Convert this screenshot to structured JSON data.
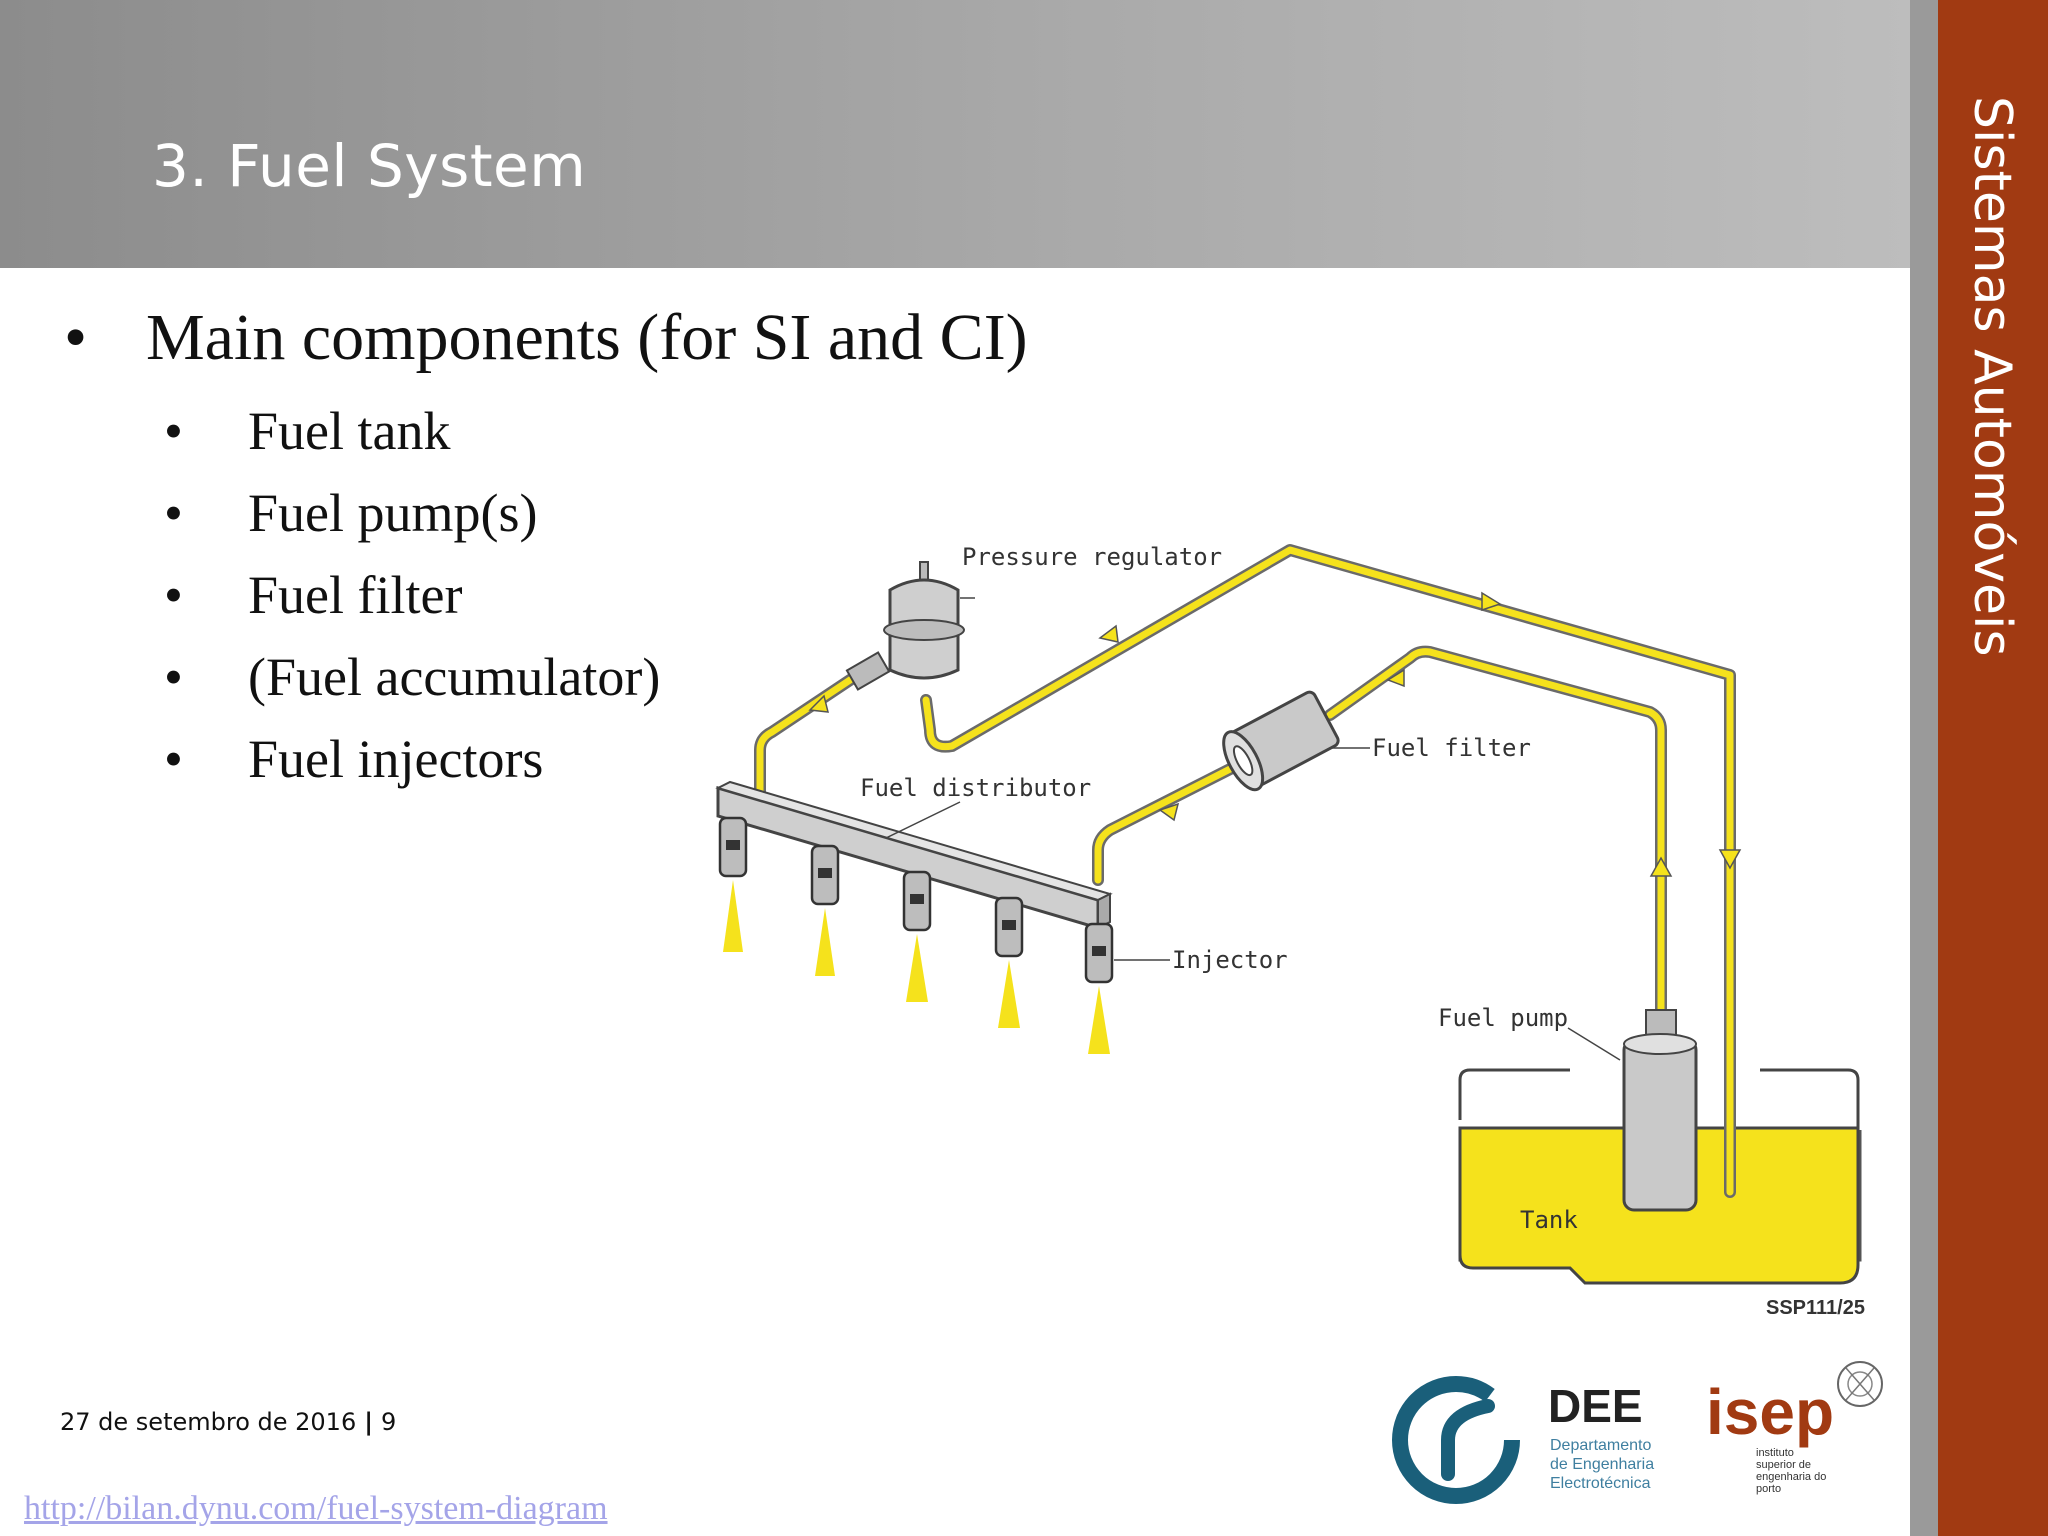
{
  "header": {
    "title": "3. Fuel System"
  },
  "sidebar": {
    "vertical_title": "Sistemas Automóveis"
  },
  "content": {
    "main_bullet": "Main components (for SI and CI)",
    "sub_bullets": [
      "Fuel tank",
      "Fuel pump(s)",
      "Fuel filter",
      "(Fuel accumulator)",
      "Fuel injectors"
    ]
  },
  "diagram": {
    "labels": {
      "pressure_regulator": "Pressure regulator",
      "fuel_distributor": "Fuel distributor",
      "fuel_filter": "Fuel filter",
      "injector": "Injector",
      "fuel_pump": "Fuel pump",
      "tank": "Tank",
      "code": "SSP111/25"
    },
    "colors": {
      "fuel": "#f5e21c",
      "line": "#7a7a7a"
    }
  },
  "footer": {
    "date": "27 de setembro de 2016",
    "page": "9"
  },
  "source": {
    "link": "http://bilan.dynu.com/fuel-system-diagram"
  },
  "logos": {
    "dee": {
      "acronym": "DEE",
      "line1": "Departamento",
      "line2": "de Engenharia",
      "line3": "Electrotécnica"
    },
    "isep": {
      "acronym": "isep",
      "line1": "instituto",
      "line2": "superior de",
      "line3": "engenharia do",
      "line4": "porto"
    }
  },
  "colors": {
    "accent": "#a13a12",
    "header": "#9a9a9a"
  }
}
